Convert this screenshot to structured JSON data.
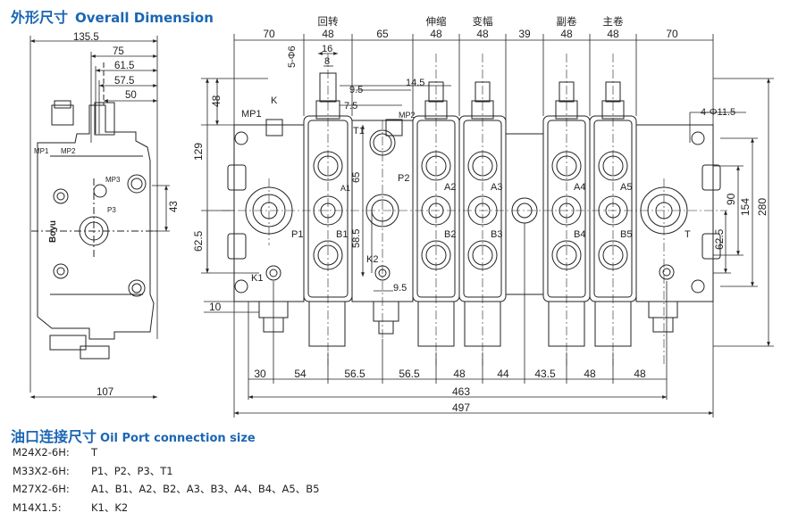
{
  "heading": {
    "zh": "外形尺寸",
    "en": "Overall Dimension"
  },
  "side_view": {
    "dims": [
      "135.5",
      "75",
      "61.5",
      "57.5",
      "50",
      "43",
      "107"
    ],
    "labels": [
      "MP1",
      "MP2",
      "MP3",
      "P3"
    ],
    "brand": "Boyu"
  },
  "front_view": {
    "top_dims": [
      "70",
      "48",
      "65",
      "48",
      "48",
      "39",
      "48",
      "48",
      "70"
    ],
    "section_names": [
      "回转",
      "伸缩",
      "变幅",
      "副卷",
      "主卷"
    ],
    "bottom_dims": [
      "30",
      "54",
      "56.5",
      "56.5",
      "48",
      "44",
      "43.5",
      "48",
      "48"
    ],
    "total_463": "463",
    "total_497": "497",
    "left_dims": [
      "48",
      "129",
      "62.5",
      "10"
    ],
    "right_dims": [
      "280",
      "154",
      "90",
      "62.5"
    ],
    "small_dims": [
      "5-Φ6",
      "16",
      "8",
      "9.5",
      "14.5",
      "7.5",
      "65",
      "58.5",
      "9.5"
    ],
    "mount_hole": "4-Φ11.5",
    "ports": [
      "MP1",
      "K",
      "MP2",
      "T1",
      "P2",
      "P1",
      "A1",
      "B1",
      "K2",
      "K1",
      "A2",
      "B2",
      "A3",
      "B3",
      "A4",
      "B4",
      "A5",
      "B5",
      "T"
    ]
  },
  "ports_heading": {
    "zh": "油口连接尺寸",
    "en": "Oil Port connection size"
  },
  "port_specs": [
    {
      "thread": "M24X2-6H:",
      "ports": "T"
    },
    {
      "thread": "M33X2-6H:",
      "ports": "P1、P2、P3、T1"
    },
    {
      "thread": "M27X2-6H:",
      "ports": "A1、B1、A2、B2、A3、B3、A4、B4、A5、B5"
    },
    {
      "thread": "M14X1.5:",
      "ports": "K1、K2"
    }
  ]
}
